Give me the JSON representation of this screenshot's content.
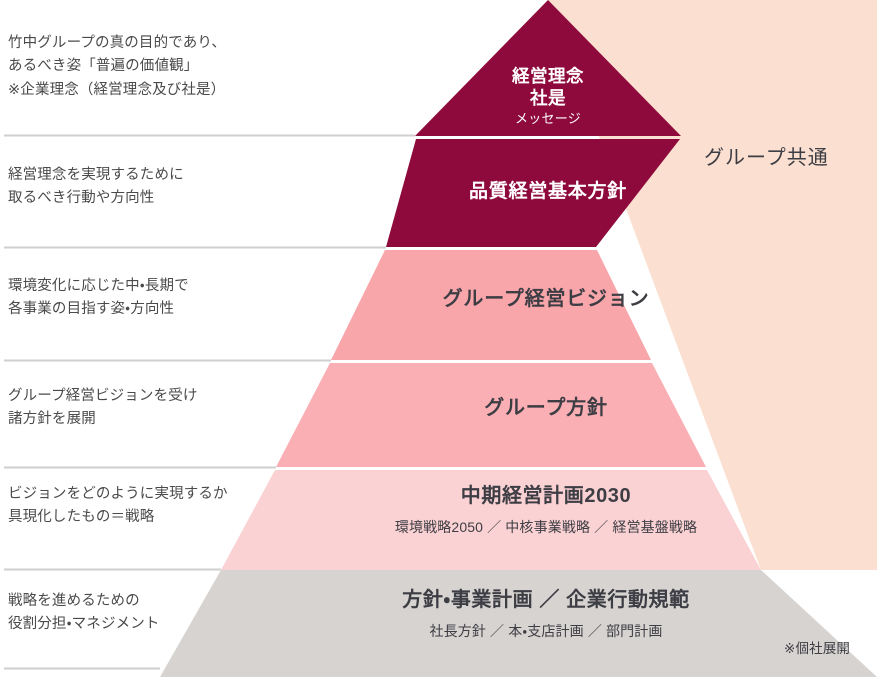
{
  "diagram": {
    "title_hidden": "",
    "colors": {
      "apex_fill": "#8E0A3C",
      "vision_fill": "#F9A6AB",
      "policy_fill": "#F9AFB4",
      "plan_fill": "#FBD2D4",
      "base_fill": "#D6D3D0",
      "side_band": "#FBE0D1",
      "divider": "#CFCFCF",
      "gap": "#FFFFFF",
      "dark_text": "#3D3D44",
      "light_text": "#FFFFFF",
      "desc_text": "#4A4A4A"
    }
  },
  "descriptions": [
    {
      "id": "purpose",
      "text": "竹中グループの真の目的であり、\nあるべき姿「普遍の価値観」\n※企業理念（経営理念及び社是）"
    },
    {
      "id": "quality-direction",
      "text": "経営理念を実現するために\n取るべき行動や方向性"
    },
    {
      "id": "vision-direction",
      "text": "環境変化に応じた中・長期で\n各事業の目指す姿・方向性"
    },
    {
      "id": "policy-deployment",
      "text": "グループ経営ビジョンを受け\n諸方針を展開"
    },
    {
      "id": "strategy",
      "text": "ビジョンをどのように実現するか\n具現化したもの＝戦略"
    },
    {
      "id": "management",
      "text": "戦略を進めるための\n役割分担・マネジメント"
    }
  ],
  "tiers": [
    {
      "id": "apex",
      "title": "経営理念\n社是",
      "subtitle": "メッセージ"
    },
    {
      "id": "quality-policy",
      "title": "品質経営基本方針",
      "subtitle": ""
    },
    {
      "id": "group-vision",
      "title": "グループ経営ビジョン",
      "subtitle": ""
    },
    {
      "id": "group-policy",
      "title": "グループ方針",
      "subtitle": ""
    },
    {
      "id": "midterm-plan",
      "title": "中期経営計画2030",
      "subtitle": "環境戦略2050 ／ 中核事業戦略 ／ 経営基盤戦略"
    },
    {
      "id": "business-plan",
      "title": "方針・事業計画 ／ 企業行動規範",
      "subtitle": "社長方針 ／ 本・支店計画 ／ 部門計画"
    }
  ],
  "annotations": {
    "group_common": "グループ共通",
    "individual_note": "※個社展開"
  }
}
